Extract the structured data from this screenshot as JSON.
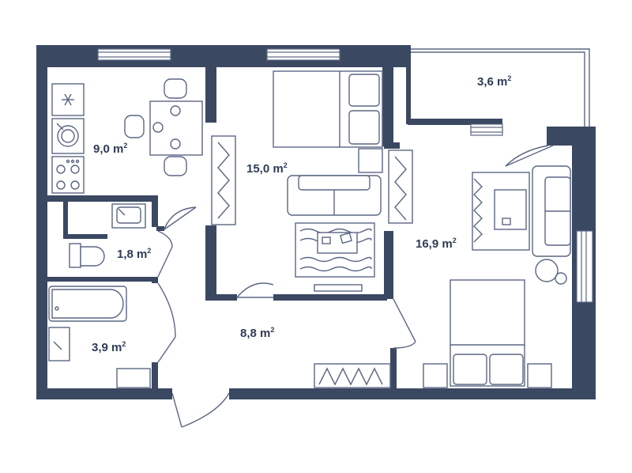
{
  "rooms": [
    {
      "id": "kitchen",
      "area": "9,0 m",
      "unit_sup": "2"
    },
    {
      "id": "bedroom",
      "area": "15,0 m",
      "unit_sup": "2"
    },
    {
      "id": "balcony",
      "area": "3,6 m",
      "unit_sup": "2"
    },
    {
      "id": "living",
      "area": "16,9 m",
      "unit_sup": "2"
    },
    {
      "id": "toilet",
      "area": "1,8 m",
      "unit_sup": "2"
    },
    {
      "id": "hall",
      "area": "8,8 m",
      "unit_sup": "2"
    },
    {
      "id": "bathroom",
      "area": "3,9 m",
      "unit_sup": "2"
    }
  ],
  "colors": {
    "wall": "#3b4862",
    "line": "#5a6682",
    "text": "#2f3b55"
  },
  "icons": [
    "snowflake-icon",
    "sink-icon",
    "stove-icon",
    "toilet-icon",
    "bathtub-icon"
  ]
}
